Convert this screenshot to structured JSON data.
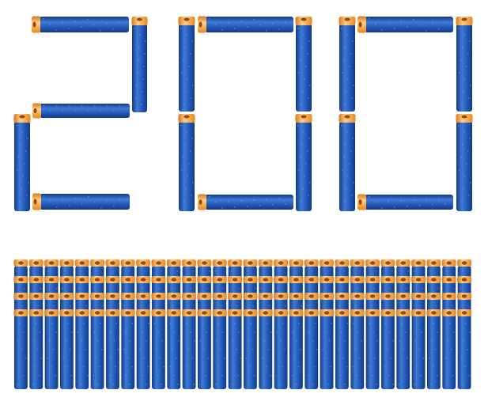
{
  "image": {
    "subject": "foam-darts",
    "digits": [
      "2",
      "0",
      "0"
    ],
    "colors": {
      "background": "#ffffff",
      "dart_body": "#1f56b5",
      "dart_body_dark": "#123a86",
      "dart_body_light": "#3f7ad6",
      "dart_tip": "#f59a2a",
      "dart_tip_light": "#ffd08a",
      "dart_tip_hole": "#9a4a08"
    },
    "row_dart_count": 30,
    "row_tip_levels": 4
  }
}
